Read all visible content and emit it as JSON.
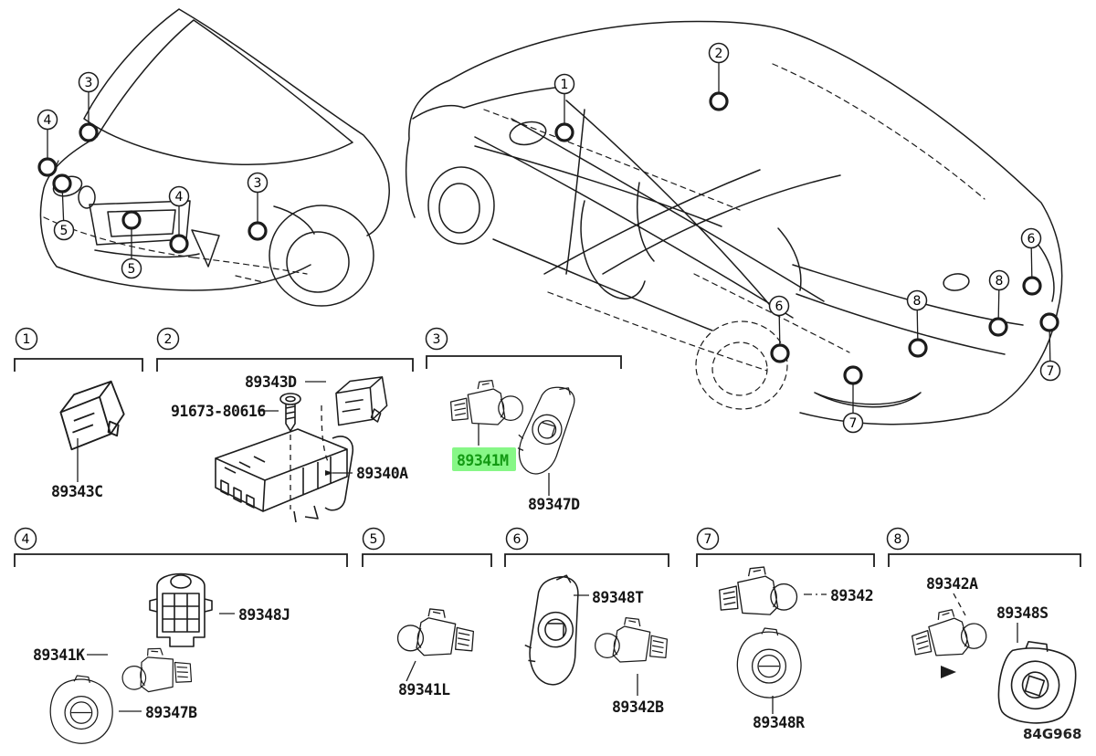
{
  "figure_code": "84G968",
  "colors": {
    "line": "#1c1c1c",
    "highlight_bg": "#87F787",
    "highlight_text": "#149A14"
  },
  "front_car_callouts": [
    {
      "n": "3"
    },
    {
      "n": "4"
    },
    {
      "n": "5"
    },
    {
      "n": "5"
    },
    {
      "n": "4"
    },
    {
      "n": "3"
    }
  ],
  "side_car_callouts": [
    {
      "n": "1"
    },
    {
      "n": "2"
    },
    {
      "n": "6"
    },
    {
      "n": "6"
    },
    {
      "n": "8"
    },
    {
      "n": "8"
    },
    {
      "n": "7"
    },
    {
      "n": "7"
    }
  ],
  "sections": [
    {
      "number": "1",
      "parts": [
        {
          "label": "89343C",
          "kind": "module"
        }
      ]
    },
    {
      "number": "2",
      "parts": [
        {
          "label": "89343D",
          "kind": "module"
        },
        {
          "label": "91673-80616",
          "kind": "screw"
        },
        {
          "label": "89340A",
          "kind": "ecu-with-bracket"
        }
      ]
    },
    {
      "number": "3",
      "parts": [
        {
          "label": "89341M",
          "kind": "ultrasonic-sensor",
          "highlighted": true
        },
        {
          "label": "89347D",
          "kind": "retainer"
        }
      ]
    },
    {
      "number": "4",
      "parts": [
        {
          "label": "89348J",
          "kind": "retainer-bracket"
        },
        {
          "label": "89341K",
          "kind": "ultrasonic-sensor"
        },
        {
          "label": "89347B",
          "kind": "retainer"
        }
      ]
    },
    {
      "number": "5",
      "parts": [
        {
          "label": "89341L",
          "kind": "ultrasonic-sensor"
        }
      ]
    },
    {
      "number": "6",
      "parts": [
        {
          "label": "89348T",
          "kind": "retainer"
        },
        {
          "label": "89342B",
          "kind": "ultrasonic-sensor"
        }
      ]
    },
    {
      "number": "7",
      "parts": [
        {
          "label": "89342",
          "kind": "ultrasonic-sensor"
        },
        {
          "label": "89348R",
          "kind": "retainer"
        }
      ]
    },
    {
      "number": "8",
      "parts": [
        {
          "label": "89342A",
          "kind": "ultrasonic-sensor"
        },
        {
          "label": "89348S",
          "kind": "retainer"
        }
      ]
    }
  ]
}
